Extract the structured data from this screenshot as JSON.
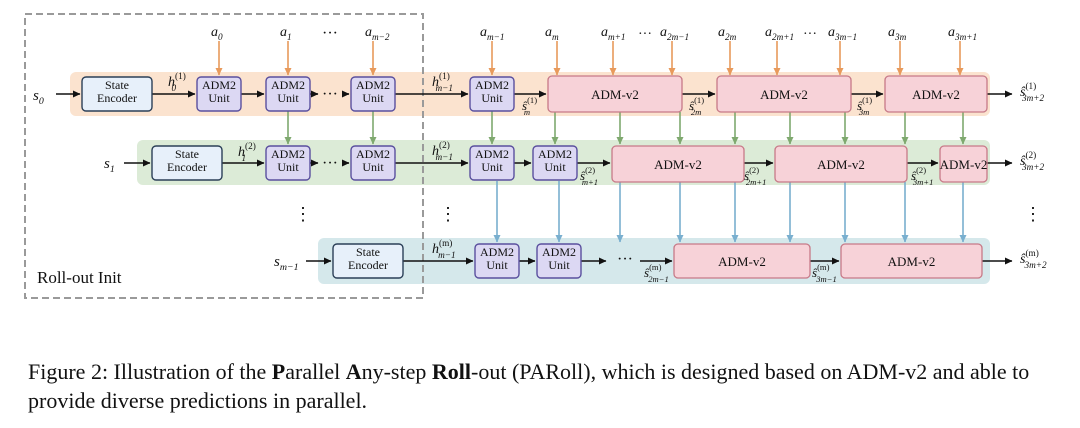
{
  "diagram": {
    "init_region_label": "Roll-out Init",
    "state_encoder_line1": "State",
    "state_encoder_line2": "Encoder",
    "unit_line1": "ADM2",
    "unit_line2": "Unit",
    "admv2_label": "ADM-v2",
    "ellipsis_h": "···",
    "ellipsis_v": "⋮",
    "colors": {
      "row1_band": "#fbe3cf",
      "row2_band": "#dcebd7",
      "row3_band": "#d5e8eb",
      "encoder_fill": "#e7f0fa",
      "unit_fill": "#dcd8f3",
      "admv2_fill": "#f7d2d8",
      "arrow_orange": "#e89a5c",
      "arrow_green": "#7fa96f",
      "arrow_blue": "#79afcf"
    },
    "inputs_init": [
      {
        "base": "a",
        "sub": "0"
      },
      {
        "base": "a",
        "sub": "1"
      },
      {
        "base": "a",
        "sub": "m−2"
      }
    ],
    "inputs_main": [
      {
        "base": "a",
        "sub": "m−1"
      },
      {
        "base": "a",
        "sub": "m"
      },
      {
        "base": "a",
        "sub": "m+1"
      },
      {
        "base": "a",
        "sub": "2m−1"
      },
      {
        "base": "a",
        "sub": "2m"
      },
      {
        "base": "a",
        "sub": "2m+1"
      },
      {
        "base": "a",
        "sub": "3m−1"
      },
      {
        "base": "a",
        "sub": "3m"
      },
      {
        "base": "a",
        "sub": "3m+1"
      }
    ],
    "row_states": [
      {
        "base": "s",
        "sub": "0"
      },
      {
        "base": "s",
        "sub": "1"
      },
      {
        "base": "s",
        "sub": "m−1"
      }
    ],
    "hidden_labels": [
      {
        "base": "h",
        "sub": "0",
        "sup": "(1)"
      },
      {
        "base": "h",
        "sub": "1",
        "sup": "(2)"
      },
      {
        "base": "h",
        "sub": "m−1",
        "sup": "(1)"
      },
      {
        "base": "h",
        "sub": "m−1",
        "sup": "(2)"
      },
      {
        "base": "h",
        "sub": "m−1",
        "sup": "(m)"
      }
    ],
    "pred_labels": [
      {
        "base": "ŝ",
        "sub": "m",
        "sup": "(1)"
      },
      {
        "base": "ŝ",
        "sub": "2m",
        "sup": "(1)"
      },
      {
        "base": "ŝ",
        "sub": "3m",
        "sup": "(1)"
      },
      {
        "base": "ŝ",
        "sub": "m+1",
        "sup": "(2)"
      },
      {
        "base": "ŝ",
        "sub": "2m+1",
        "sup": "(2)"
      },
      {
        "base": "ŝ",
        "sub": "3m+1",
        "sup": "(2)"
      },
      {
        "base": "ŝ",
        "sub": "2m−1",
        "sup": "(m)"
      },
      {
        "base": "ŝ",
        "sub": "3m−1",
        "sup": "(m)"
      }
    ],
    "outputs": [
      {
        "base": "ŝ",
        "sub": "3m+2",
        "sup": "(1)"
      },
      {
        "base": "ŝ",
        "sub": "3m+2",
        "sup": "(2)"
      },
      {
        "base": "ŝ",
        "sub": "3m+2",
        "sup": "(m)"
      }
    ]
  },
  "caption": {
    "prefix": "Figure 2: Illustration of the ",
    "p_bold": "P",
    "p_rest": "arallel ",
    "a_bold": "A",
    "a_rest": "ny-step ",
    "r_bold": "Roll",
    "suffix": "-out (PARoll), which is designed based on ADM-v2 and able to provide diverse predictions in parallel."
  }
}
